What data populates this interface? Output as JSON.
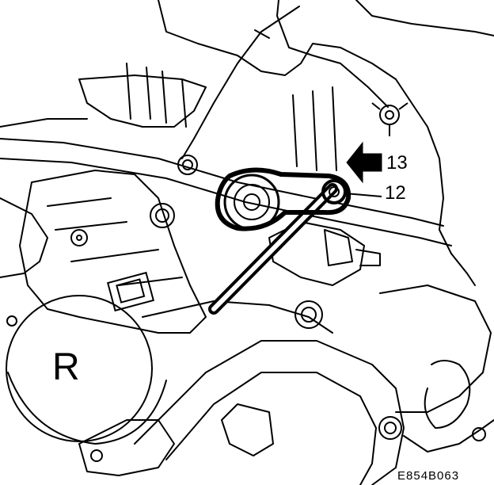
{
  "figure": {
    "callouts": [
      {
        "number": "13",
        "part": "arrow"
      },
      {
        "number": "12",
        "part": "bracket-pivot"
      }
    ],
    "side_marker": "R",
    "figure_code": "E854B063",
    "arrow_color": "#000000",
    "line_color": "#000000",
    "background": "#ffffff"
  }
}
